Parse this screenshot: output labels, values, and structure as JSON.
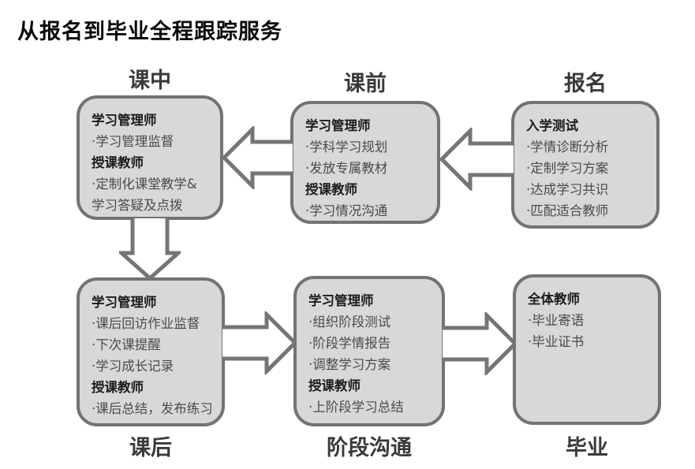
{
  "title": "从报名到毕业全程跟踪服务",
  "colors": {
    "box_fill": "#d8d8d8",
    "box_border": "#737373",
    "arrow_outline": "#757575",
    "arrow_fill": "#ffffff",
    "title_color": "#0a0a0a",
    "label_color": "#3a3a3a"
  },
  "stages": [
    {
      "label": "课中",
      "lines": [
        "学习管理师",
        "·学习管理监督",
        "授课教师",
        "·定制化课堂教学&",
        "学习答疑及点拨"
      ]
    },
    {
      "label": "课前",
      "lines": [
        "学习管理师",
        "·学科学习规划",
        "·发放专属教材",
        "授课教师",
        "·学习情况沟通"
      ]
    },
    {
      "label": "报名",
      "lines": [
        "入学测试",
        "·学情诊断分析",
        "·定制学习方案",
        "·达成学习共识",
        "·匹配适合教师"
      ]
    },
    {
      "label": "课后",
      "lines": [
        "学习管理师",
        "·课后回访作业监督",
        "·下次课提醒",
        "·学习成长记录",
        "授课教师",
        "·课后总结，发布练习"
      ]
    },
    {
      "label": "阶段沟通",
      "lines": [
        "学习管理师",
        "·组织阶段测试",
        "·阶段学情报告",
        "·调整学习方案",
        "授课教师",
        "·上阶段学习总结"
      ]
    },
    {
      "label": "毕业",
      "lines": [
        "全体教师",
        "·毕业寄语",
        "·毕业证书"
      ]
    }
  ],
  "flow": [
    {
      "from": "报名",
      "to": "课前"
    },
    {
      "from": "课前",
      "to": "课中"
    },
    {
      "from": "课中",
      "to": "课后"
    },
    {
      "from": "课后",
      "to": "阶段沟通"
    },
    {
      "from": "阶段沟通",
      "to": "毕业"
    }
  ]
}
